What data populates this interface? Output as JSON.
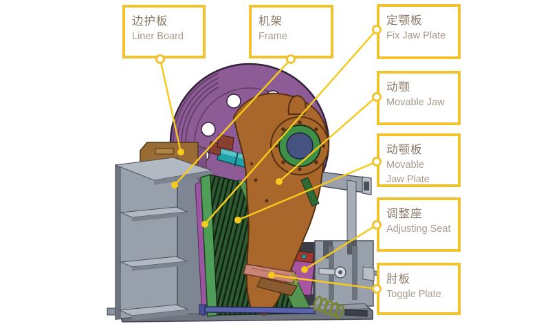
{
  "diagram": {
    "subject": "jaw-crusher-structure",
    "labels": [
      {
        "id": "liner-board",
        "zh": "边护板",
        "en": "Liner Board"
      },
      {
        "id": "frame",
        "zh": "机架",
        "en": "Frame"
      },
      {
        "id": "fix-jaw-plate",
        "zh": "定颚板",
        "en": "Fix Jaw Plate"
      },
      {
        "id": "movable-jaw",
        "zh": "动颚",
        "en": "Movable Jaw"
      },
      {
        "id": "movable-jaw-plate",
        "zh": "动颚板",
        "en": "Movable Jaw Plate",
        "en_lines": [
          "Movable",
          "Jaw Plate"
        ]
      },
      {
        "id": "adjusting-seat",
        "zh": "调整座",
        "en": "Adjusting Seat"
      },
      {
        "id": "toggle-plate",
        "zh": "肘板",
        "en": "Toggle Plate"
      }
    ]
  },
  "colors": {
    "callout_border": "#F0C32E",
    "leader": "#F5C91E",
    "text_zh": "#8A7866",
    "text_en": "#A89A8C",
    "flywheel": "#8D5B95",
    "jaw": "#A9672C",
    "jaw_plate": "#2D5A31",
    "jaw_plate_edge": "#55944F",
    "fixed_plate": "#4E9E57",
    "wedge_teal": "#1FA3A8",
    "frame_gray": "#98A0AC",
    "seat_magenta": "#A855A0",
    "toggle_salmon": "#C98575",
    "rod_blue": "#5B63AE",
    "spring_olive": "#7A8535",
    "bearing_green": "#3F8F46",
    "bearing_navy": "#46527F",
    "base_gray": "#6E7480"
  }
}
